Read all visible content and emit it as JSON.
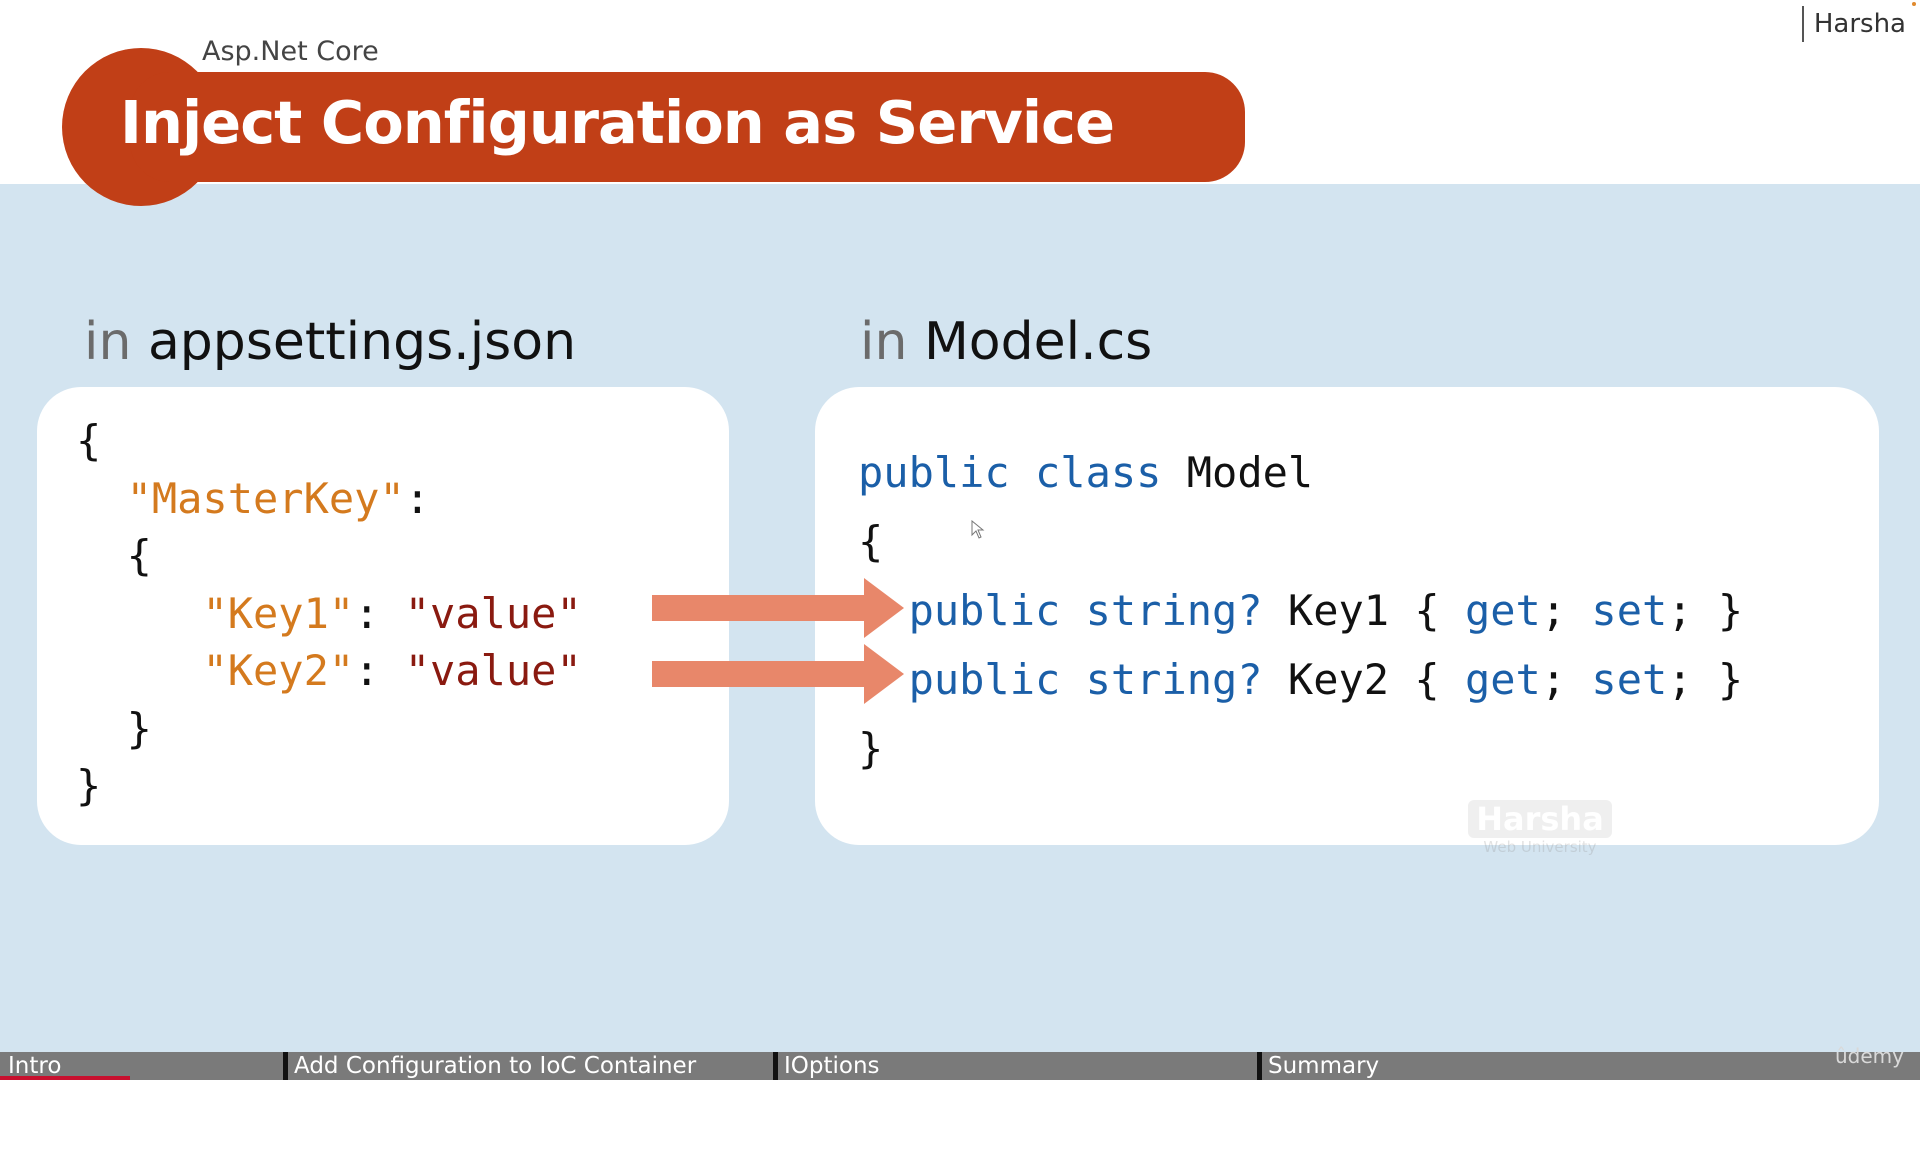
{
  "header": {
    "author": "Harsha",
    "subtitle": "Asp.Net Core",
    "title": "Inject Configuration as Service"
  },
  "left_panel": {
    "heading_prefix": "in",
    "heading_name": "appsettings.json",
    "code": {
      "open_brace": "{",
      "master_key": "\"MasterKey\"",
      "colon": ":",
      "inner_open": "{",
      "key1": "\"Key1\"",
      "key2": "\"Key2\"",
      "sep": ": ",
      "value1": "\"value\"",
      "value2": "\"value\"",
      "inner_close": "}",
      "close_brace": "}"
    }
  },
  "right_panel": {
    "heading_prefix": "in",
    "heading_name": "Model.cs",
    "code": {
      "kw_public": "public",
      "kw_class": "class",
      "class_name": "Model",
      "open_brace": "{",
      "kw_string": "string?",
      "prop1": "Key1",
      "prop2": "Key2",
      "accessor_open": "{",
      "kw_get": "get",
      "kw_set": "set",
      "semicolon": ";",
      "accessor_close": "}",
      "close_brace": "}"
    }
  },
  "watermark": {
    "brand": "Harsha",
    "sub": "Web University"
  },
  "player": {
    "chapters": [
      "Intro",
      "Add Configuration to IoC Container",
      "IOptions",
      "Summary"
    ],
    "brand": "ûdemy"
  },
  "colors": {
    "title_bg": "#c13f17",
    "body_bg": "#d3e4f0",
    "arrow": "#e8876a",
    "json_key": "#d47a1e",
    "json_string": "#8a1a10",
    "csharp_keyword": "#1b5fa8",
    "progress": "#c8102e"
  }
}
